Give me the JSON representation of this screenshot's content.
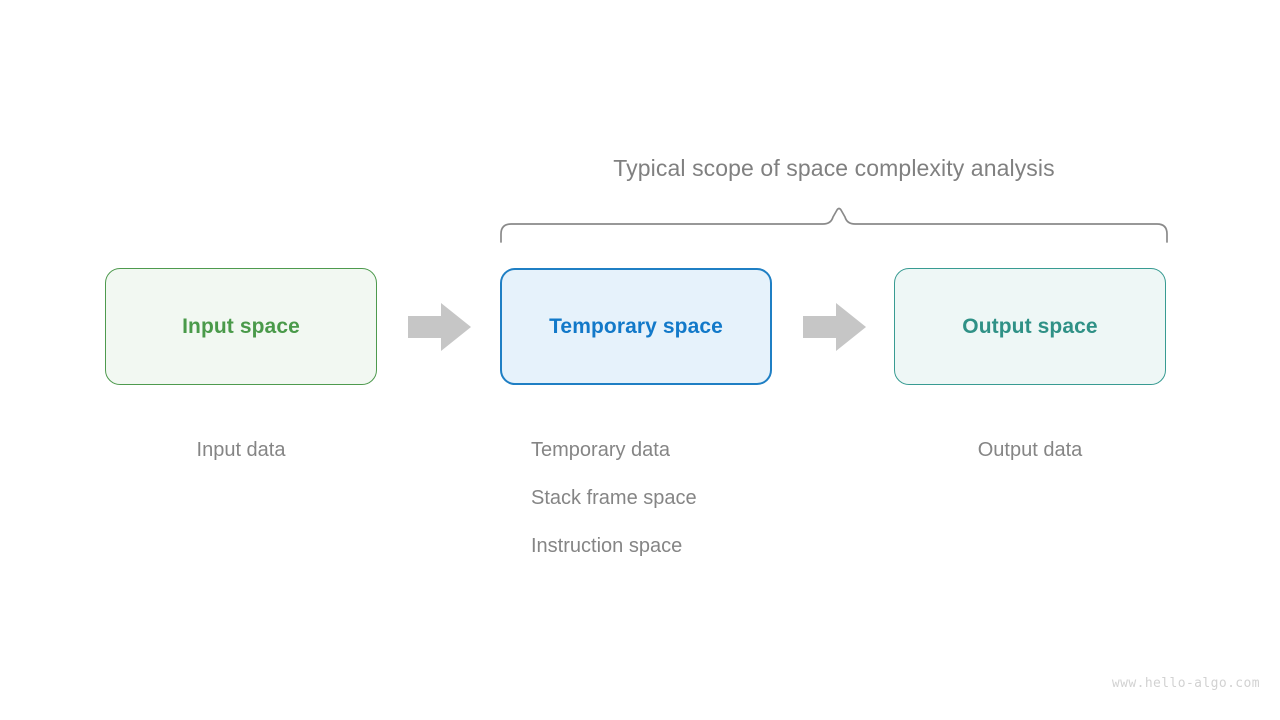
{
  "diagram": {
    "scope_title": "Typical scope of space complexity analysis",
    "boxes": [
      {
        "label": "Input space",
        "color": "#4a9a4a",
        "border": "#4e9a4e",
        "fill": "#f2f8f2"
      },
      {
        "label": "Temporary space",
        "color": "#1279c9",
        "border": "#1f7fc4",
        "fill": "#e6f2fb"
      },
      {
        "label": "Output space",
        "color": "#2f9186",
        "border": "#389b92",
        "fill": "#eef7f6"
      }
    ],
    "arrows": [
      {
        "name": "arrow-input-to-temporary",
        "color": "#c6c6c6"
      },
      {
        "name": "arrow-temporary-to-output",
        "color": "#c6c6c6"
      }
    ],
    "captions": {
      "input": "Input data",
      "temporary": [
        "Temporary data",
        "Stack frame space",
        "Instruction space"
      ],
      "output": "Output data"
    },
    "brace": {
      "color": "#8a8a8a"
    },
    "watermark": "www.hello-algo.com"
  }
}
